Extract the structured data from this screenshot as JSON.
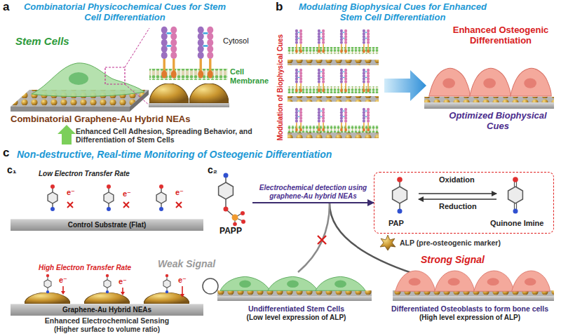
{
  "diagram": {
    "nodes": [
      {
        "text": [
          "Control Substrate (Flat)"
        ]
      },
      {
        "text": [
          "Graphene-Au Hybrid NEAs"
        ]
      },
      {
        "text": [
          "PAPP"
        ]
      },
      {
        "text": [
          "Oxidation",
          "Reduction",
          "PAP",
          "Quinone Imine"
        ]
      }
    ],
    "edges": [
      {
        "from": 2,
        "to": 3,
        "arrow": "to",
        "label": "Electrochemical detection using graphene-Au hybrid NEAs"
      }
    ],
    "labels": [
      "a",
      "Combinatorial Physicochemical Cues for Stem Cell Differentiation",
      "Stem Cells",
      "Cytosol",
      "Cell Membrane",
      "Combinatorial Graphene-Au Hybrid NEAs",
      "Enhanced Cell Adhesion, Spreading Behavior, and Differentiation of Stem Cells",
      "b",
      "Modulating Biophysical Cues for Enhanced Stem Cell Differentiation",
      "Modulation of Biophysical Cues",
      "Enhanced Osteogenic Differentiation",
      "Optimized Biophysical Cues",
      "c",
      "Non-destructive, Real-time Monitoring of Osteogenic Differentiation",
      "c₁",
      "Low Electron Transfer Rate",
      "e⁻",
      "e⁻",
      "e⁻",
      "High Electron Transfer Rate",
      "e⁻",
      "e⁻",
      "e⁻",
      "Enhanced Electrochemical Sensing",
      "(Higher surface to volume ratio)",
      "c₂",
      "ALP (pre-osteogenic marker)",
      "Weak Signal",
      "Strong Signal",
      "Undifferentiated Stem Cells",
      "(Low level expression of ALP)",
      "Differentiated Osteoblasts to form bone cells",
      "(High level expression of ALP)"
    ]
  }
}
